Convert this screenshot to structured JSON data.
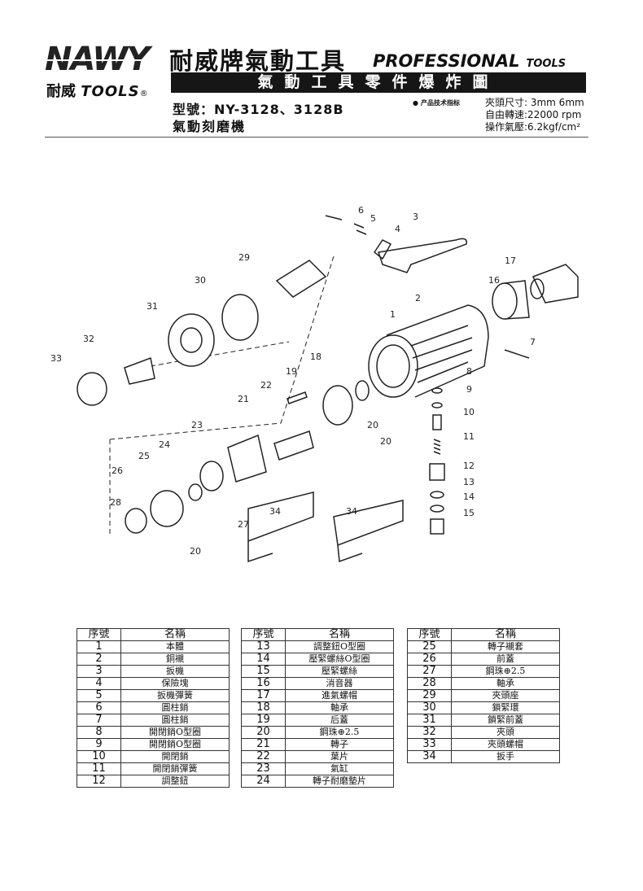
{
  "logo": {
    "brand": "NAWY",
    "sub_cn": "耐威",
    "sub_en": "TOOLS",
    "reg": "®"
  },
  "header": {
    "brand_cn": "耐威牌氣動工具",
    "brand_en": "PROFESSIONAL",
    "brand_en_small": "TOOLS",
    "banner": "氣動工具零件爆炸圖",
    "model": "型號：NY-3128、3128B",
    "product": "氣動刻磨機",
    "spec_title": "产品技术指标",
    "specs": [
      "夾頭尺寸: 3mm 6mm",
      "自由轉速:22000 rpm",
      "操作氣壓:6.2kgf/cm²"
    ]
  },
  "diagram": {
    "labels": [
      "1",
      "2",
      "3",
      "4",
      "5",
      "6",
      "7",
      "8",
      "9",
      "10",
      "11",
      "12",
      "13",
      "14",
      "15",
      "16",
      "17",
      "18",
      "19",
      "20",
      "21",
      "22",
      "23",
      "24",
      "25",
      "26",
      "27",
      "28",
      "20",
      "29",
      "30",
      "31",
      "32",
      "33",
      "34",
      "34",
      "20"
    ]
  },
  "table": {
    "headers": {
      "num": "序號",
      "name": "名稱"
    },
    "col1": [
      {
        "num": "1",
        "name": "本體"
      },
      {
        "num": "2",
        "name": "銅襯"
      },
      {
        "num": "3",
        "name": "扳機"
      },
      {
        "num": "4",
        "name": "保險塊"
      },
      {
        "num": "5",
        "name": "扳機彈簧"
      },
      {
        "num": "6",
        "name": "圓柱銷"
      },
      {
        "num": "7",
        "name": "圓柱銷"
      },
      {
        "num": "8",
        "name": "開閉銷O型圈"
      },
      {
        "num": "9",
        "name": "開閉銷O型圈"
      },
      {
        "num": "10",
        "name": "開閉銷"
      },
      {
        "num": "11",
        "name": "開閉銷彈簧"
      },
      {
        "num": "12",
        "name": "調整鈕"
      }
    ],
    "col2": [
      {
        "num": "13",
        "name": "調整鈕O型圈"
      },
      {
        "num": "14",
        "name": "壓緊螺絲O型圈"
      },
      {
        "num": "15",
        "name": "壓緊螺絲"
      },
      {
        "num": "16",
        "name": "消音器"
      },
      {
        "num": "17",
        "name": "進氣螺帽"
      },
      {
        "num": "18",
        "name": "軸承"
      },
      {
        "num": "19",
        "name": "后蓋"
      },
      {
        "num": "20",
        "name": "鋼珠⊕2.5"
      },
      {
        "num": "21",
        "name": "轉子"
      },
      {
        "num": "22",
        "name": "葉片"
      },
      {
        "num": "23",
        "name": "氣缸"
      },
      {
        "num": "24",
        "name": "轉子耐磨墊片"
      }
    ],
    "col3": [
      {
        "num": "25",
        "name": "轉子襯套"
      },
      {
        "num": "26",
        "name": "前蓋"
      },
      {
        "num": "27",
        "name": "鋼珠⊕2.5"
      },
      {
        "num": "28",
        "name": "軸承"
      },
      {
        "num": "29",
        "name": "夾頭座"
      },
      {
        "num": "30",
        "name": "鎖緊環"
      },
      {
        "num": "31",
        "name": "鎖緊前蓋"
      },
      {
        "num": "32",
        "name": "夾頭"
      },
      {
        "num": "33",
        "name": "夾頭螺帽"
      },
      {
        "num": "34",
        "name": "扳手"
      }
    ]
  }
}
